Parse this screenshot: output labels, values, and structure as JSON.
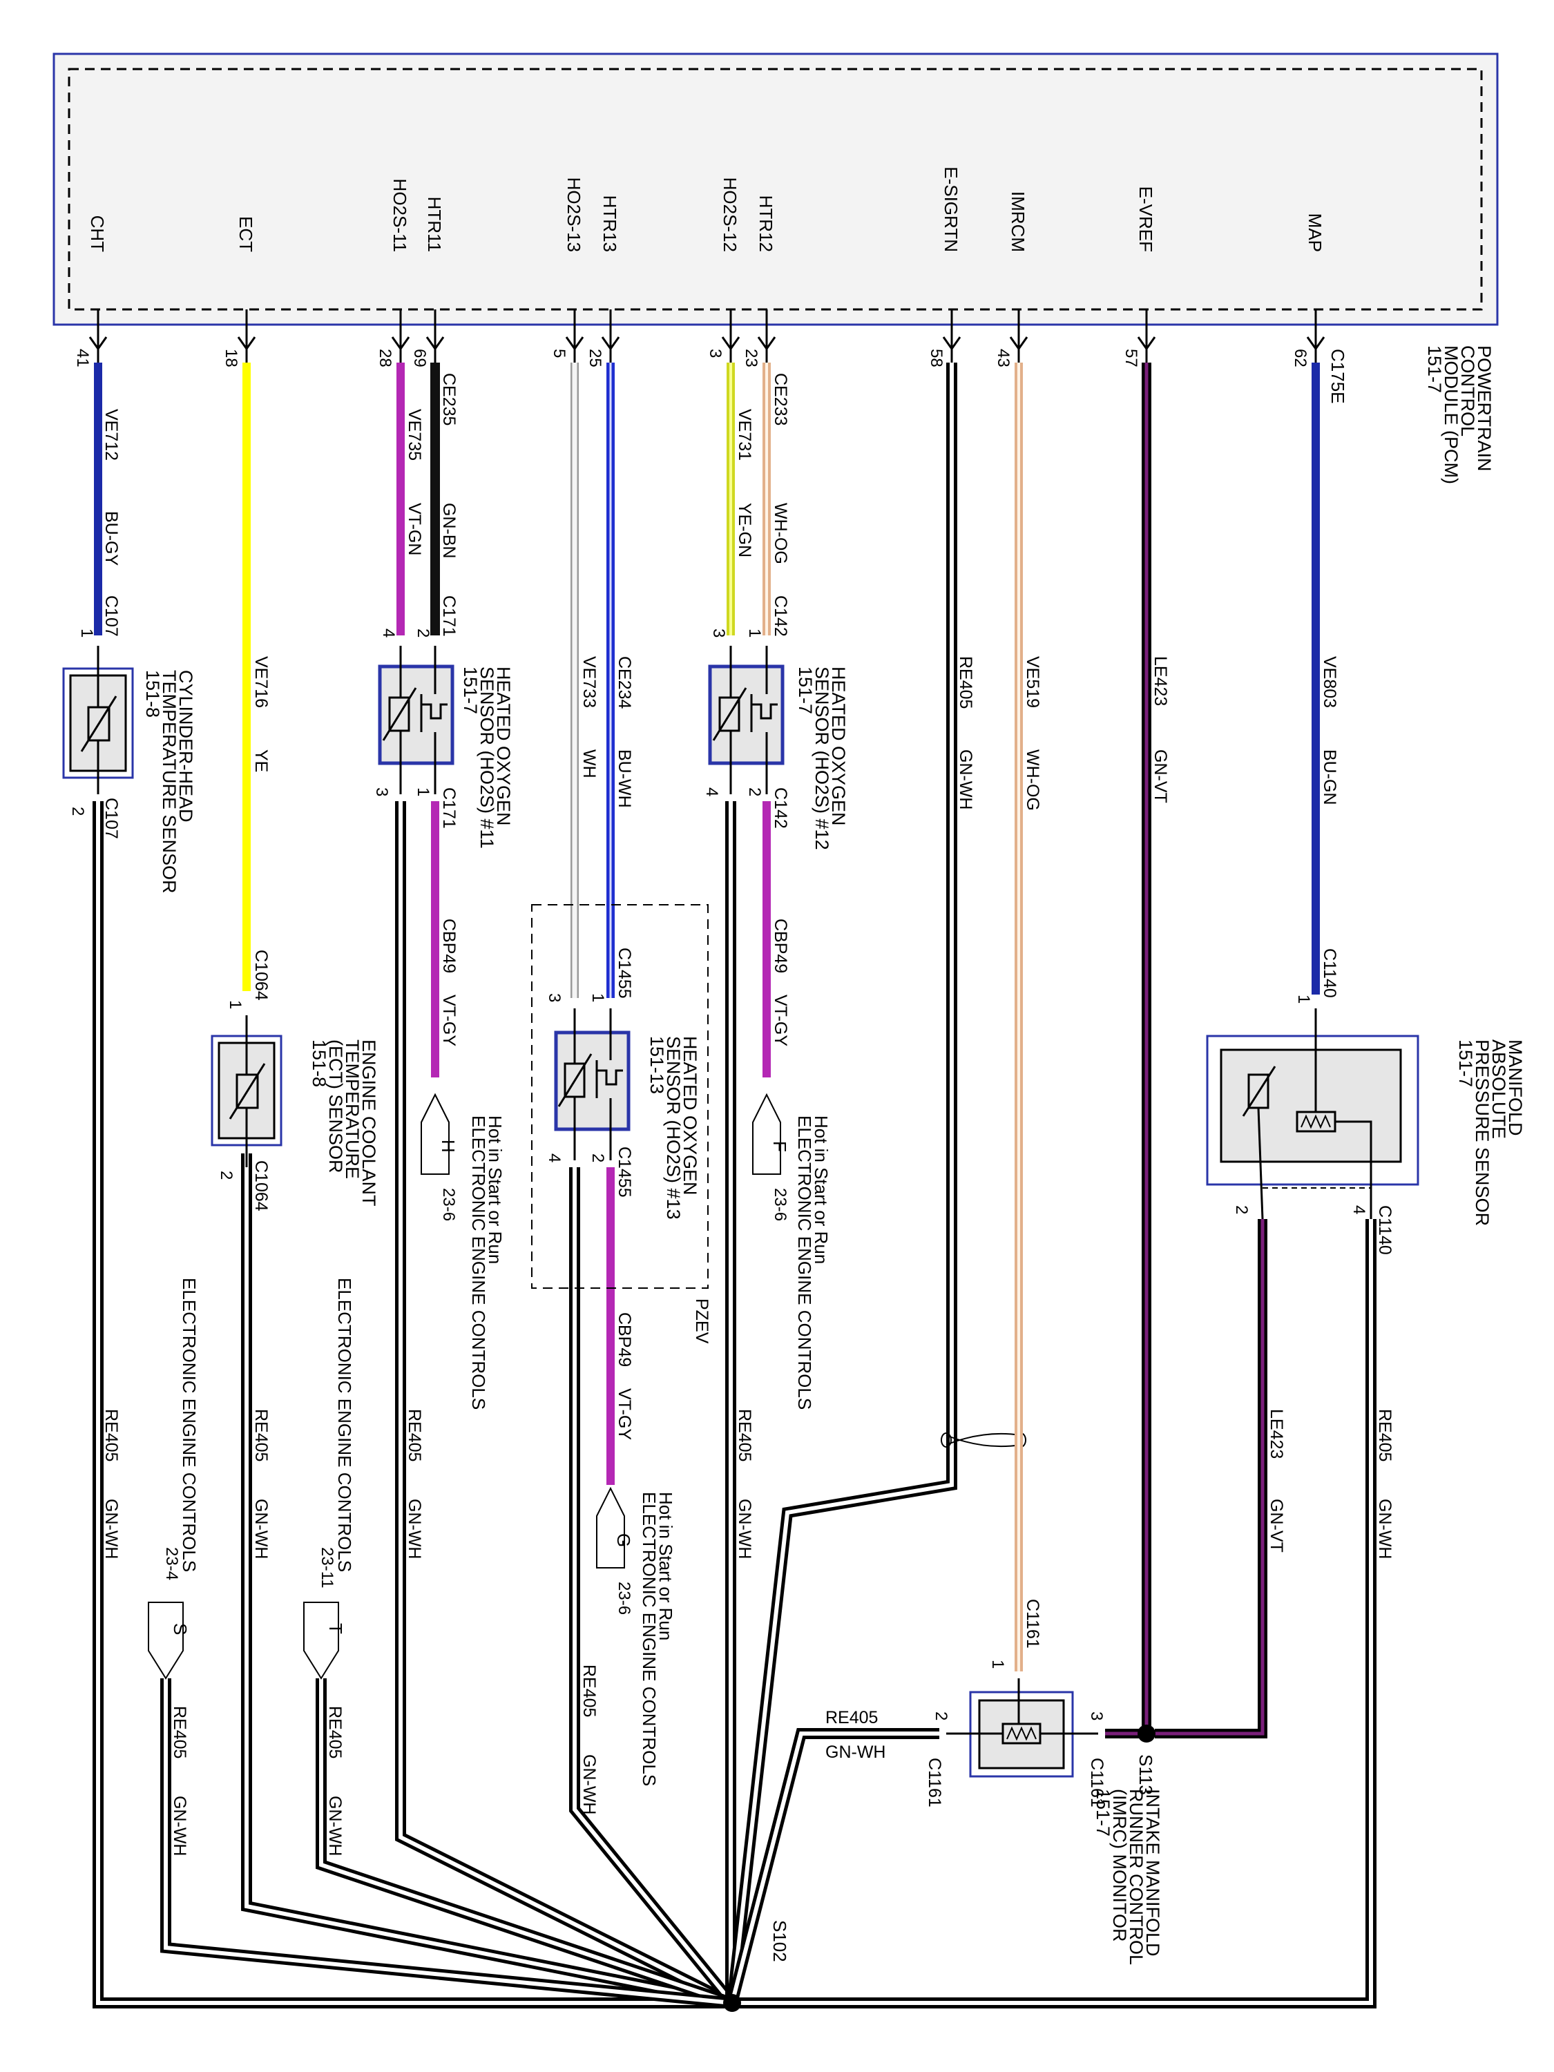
{
  "pcm": {
    "title_lines": [
      "POWERTRAIN",
      "CONTROL",
      "MODULE (PCM)",
      "151-7"
    ],
    "pins": [
      {
        "name": "CHT",
        "pin": "41"
      },
      {
        "name": "ECT",
        "pin": "18"
      },
      {
        "name": "HO2S-11",
        "pin": "28"
      },
      {
        "name": "HTR11",
        "pin": "69"
      },
      {
        "name": "HO2S-13",
        "pin": "5"
      },
      {
        "name": "HTR13",
        "pin": "25"
      },
      {
        "name": "HO2S-12",
        "pin": "3"
      },
      {
        "name": "HTR12",
        "pin": "23"
      },
      {
        "name": "E-SIGRTN",
        "pin": "58"
      },
      {
        "name": "IMRCM",
        "pin": "43"
      },
      {
        "name": "E-VREF",
        "pin": "57"
      },
      {
        "name": "MAP",
        "pin": "62"
      }
    ],
    "connector": "C175E"
  },
  "wires": [
    {
      "circuit": "VE712",
      "color": "BU-GY",
      "hex": "#1b2aa8"
    },
    {
      "circuit": "VE716",
      "color": "YE",
      "hex": "#ffff00"
    },
    {
      "circuit": "VE735",
      "color": "VT-GN",
      "hex": "#b428b4"
    },
    {
      "circuit": "CE235",
      "color": "GN-BN",
      "hex": "#111111"
    },
    {
      "circuit": "VE733",
      "color": "WH",
      "hex": "#bdbdbd"
    },
    {
      "circuit": "CE234",
      "color": "BU-WH",
      "hex": "#2a3ad8"
    },
    {
      "circuit": "VE731",
      "color": "YE-GN",
      "hex": "#e8f040"
    },
    {
      "circuit": "CE233",
      "color": "WH-OG",
      "hex": "#f0c8a0"
    },
    {
      "circuit": "RE405",
      "color": "GN-WH",
      "hex": "#111111"
    },
    {
      "circuit": "VE519",
      "color": "WH-OG",
      "hex": "#f0c8a0"
    },
    {
      "circuit": "LE423",
      "color": "GN-VT",
      "hex": "#5a0f5a"
    },
    {
      "circuit": "VE803",
      "color": "BU-GN",
      "hex": "#1b2aa8"
    },
    {
      "circuit": "CBP49",
      "color": "VT-GY",
      "hex": "#b428b4"
    }
  ],
  "components": {
    "cht": {
      "lines": [
        "CYLINDER-HEAD",
        "TEMPERATURE SENSOR",
        "151-8"
      ],
      "connector": "C107",
      "pins": [
        "1",
        "2"
      ]
    },
    "ect": {
      "lines": [
        "ENGINE COOLANT",
        "TEMPERATURE",
        "(ECT) SENSOR",
        "151-8"
      ],
      "connector": "C1064",
      "pins": [
        "1",
        "2"
      ]
    },
    "ho2s11": {
      "lines": [
        "HEATED OXYGEN",
        "SENSOR (HO2S) #11",
        "151-7"
      ],
      "connector": "C171",
      "pins": [
        "4",
        "2",
        "3",
        "1"
      ]
    },
    "ho2s13": {
      "lines": [
        "HEATED OXYGEN",
        "SENSOR (HO2S) #13",
        "151-13"
      ],
      "connector": "C1455",
      "pins": [
        "3",
        "1",
        "4",
        "2"
      ],
      "group": "PZEV"
    },
    "ho2s12": {
      "lines": [
        "HEATED OXYGEN",
        "SENSOR (HO2S) #12",
        "151-7"
      ],
      "connector": "C142",
      "pins": [
        "3",
        "1",
        "4",
        "2"
      ]
    },
    "map": {
      "lines": [
        "MANIFOLD",
        "ABSOLUTE",
        "PRESSURE SENSOR",
        "151-7"
      ],
      "connector": "C1140",
      "pins": [
        "1",
        "2",
        "4"
      ]
    },
    "imrc": {
      "lines": [
        "INTAKE MANIFOLD",
        "RUNNER CONTROL",
        "(IMRC) MONITOR",
        "151-7"
      ],
      "connector": "C1161",
      "pins": [
        "1",
        "2",
        "3"
      ]
    }
  },
  "refs": {
    "H": {
      "letter": "H",
      "lines": [
        "Hot in Start or Run",
        "ELECTRONIC ENGINE CONTROLS"
      ],
      "page": "23-6"
    },
    "F": {
      "letter": "F",
      "lines": [
        "Hot in Start or Run",
        "ELECTRONIC ENGINE CONTROLS"
      ],
      "page": "23-6"
    },
    "G": {
      "letter": "G",
      "lines": [
        "Hot in Start or Run",
        "ELECTRONIC ENGINE CONTROLS"
      ],
      "page": "23-6"
    },
    "T": {
      "letter": "T",
      "title": "ELECTRONIC ENGINE CONTROLS",
      "page": "23-11"
    },
    "S": {
      "letter": "S",
      "title": "ELECTRONIC ENGINE CONTROLS",
      "page": "23-4"
    }
  },
  "splices": {
    "s102": "S102",
    "s113": "S113"
  }
}
